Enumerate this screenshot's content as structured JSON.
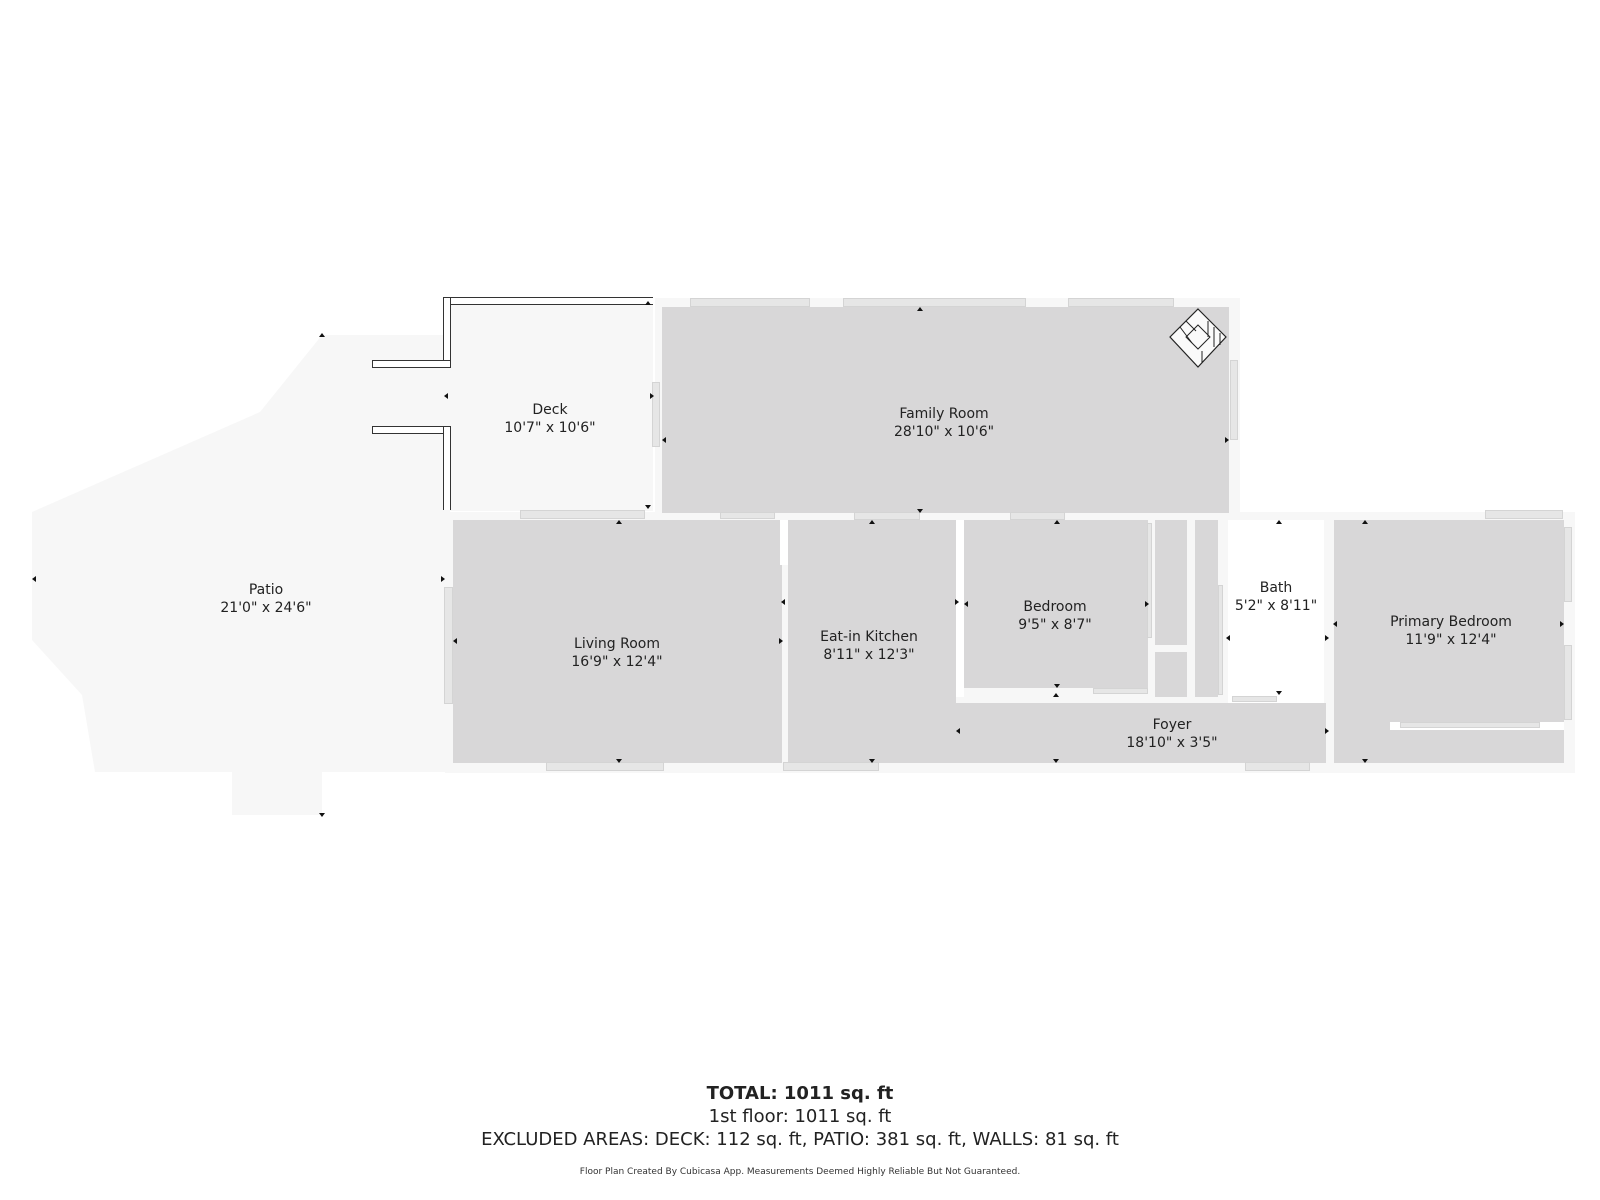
{
  "floor_plan": {
    "rooms": [
      {
        "name": "Patio",
        "dimensions": "21'0\" x 24'6\"",
        "type": "outdoor"
      },
      {
        "name": "Deck",
        "dimensions": "10'7\" x 10'6\"",
        "type": "outdoor"
      },
      {
        "name": "Family Room",
        "dimensions": "28'10\" x 10'6\"",
        "type": "indoor"
      },
      {
        "name": "Living Room",
        "dimensions": "16'9\" x 12'4\"",
        "type": "indoor"
      },
      {
        "name": "Eat-in Kitchen",
        "dimensions": "8'11\" x 12'3\"",
        "type": "indoor"
      },
      {
        "name": "Bedroom",
        "dimensions": "9'5\" x 8'7\"",
        "type": "indoor"
      },
      {
        "name": "Bath",
        "dimensions": "5'2\" x 8'11\"",
        "type": "indoor"
      },
      {
        "name": "Primary Bedroom",
        "dimensions": "11'9\" x 12'4\"",
        "type": "indoor"
      },
      {
        "name": "Foyer",
        "dimensions": "18'10\" x 3'5\"",
        "type": "indoor"
      }
    ],
    "icons": {
      "fireplace": "fireplace-icon"
    },
    "colors": {
      "room_fill": "#d8d7d8",
      "outdoor_fill": "#f7f7f7",
      "wall": "#ffffff",
      "window": "#e6e6e6",
      "text": "#222222"
    }
  },
  "summary": {
    "total": "TOTAL: 1011 sq. ft",
    "floor": "1st floor: 1011 sq. ft",
    "excluded": "EXCLUDED AREAS: DECK: 112 sq. ft, PATIO: 381 sq. ft, WALLS: 81 sq. ft",
    "credit": "Floor Plan Created By Cubicasa App. Measurements Deemed Highly Reliable But Not Guaranteed."
  }
}
